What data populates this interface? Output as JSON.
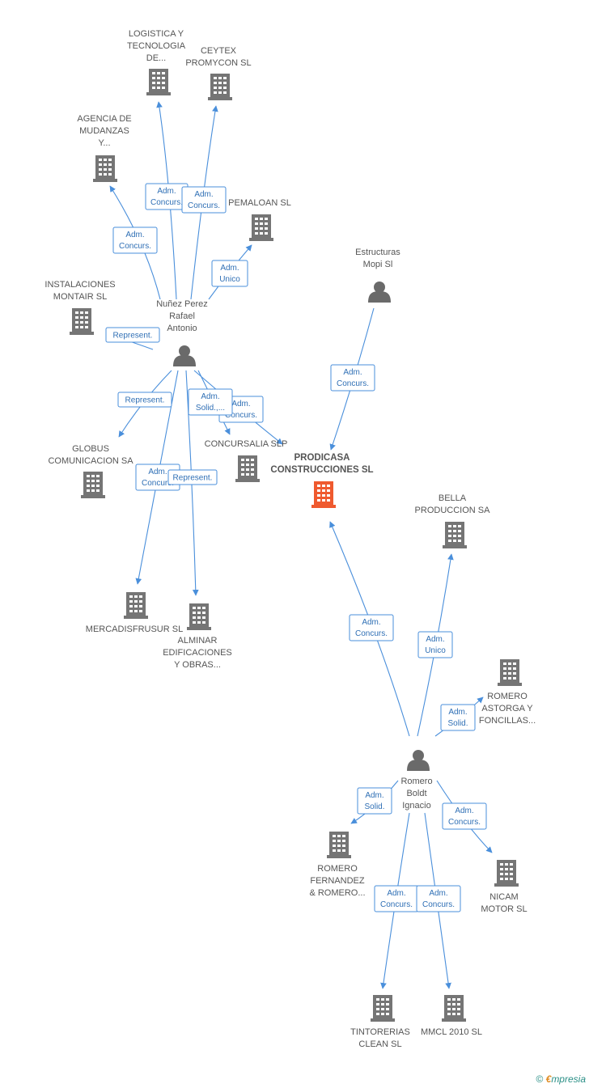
{
  "colors": {
    "edge": "#4a8fdb",
    "company": "#757575",
    "main_company": "#ef5a2f",
    "person": "#6a6a6a"
  },
  "nodes": [
    {
      "id": "logistica",
      "type": "company",
      "label": [
        "LOGISTICA Y",
        "TECNOLOGIA",
        "DE..."
      ]
    },
    {
      "id": "ceytex",
      "type": "company",
      "label": [
        "CEYTEX",
        "PROMYCON SL"
      ]
    },
    {
      "id": "agencia",
      "type": "company",
      "label": [
        "AGENCIA DE",
        "MUDANZAS",
        "Y..."
      ]
    },
    {
      "id": "pemaloan",
      "type": "company",
      "label": [
        "PEMALOAN SL"
      ]
    },
    {
      "id": "instalaciones",
      "type": "company",
      "label": [
        "INSTALACIONES",
        "MONTAIR SL"
      ]
    },
    {
      "id": "nunez",
      "type": "person",
      "label": [
        "Nuñez Perez",
        "Rafael",
        "Antonio"
      ]
    },
    {
      "id": "estructuras",
      "type": "person",
      "label": [
        "Estructuras",
        "Mopi Sl"
      ]
    },
    {
      "id": "globus",
      "type": "company",
      "label": [
        "GLOBUS",
        "COMUNICACION SA"
      ]
    },
    {
      "id": "concursalia",
      "type": "company",
      "label": [
        "CONCURSALIA SLP"
      ]
    },
    {
      "id": "prodicasa",
      "type": "main",
      "label": [
        "PRODICASA",
        "CONSTRUCCIONES SL"
      ]
    },
    {
      "id": "bella",
      "type": "company",
      "label": [
        "BELLA",
        "PRODUCCION SA"
      ]
    },
    {
      "id": "mercadisfrusur",
      "type": "company",
      "label": [
        "MERCADISFRUSUR SL"
      ]
    },
    {
      "id": "alminar",
      "type": "company",
      "label": [
        "ALMINAR",
        "EDIFICACIONES",
        "Y OBRAS..."
      ]
    },
    {
      "id": "romeroastorga",
      "type": "company",
      "label": [
        "ROMERO",
        "ASTORGA Y",
        "FONCILLAS..."
      ]
    },
    {
      "id": "romeroboldt",
      "type": "person",
      "label": [
        "Romero",
        "Boldt",
        "Ignacio"
      ]
    },
    {
      "id": "romerofernandez",
      "type": "company",
      "label": [
        "ROMERO",
        "FERNANDEZ",
        "& ROMERO..."
      ]
    },
    {
      "id": "nicam",
      "type": "company",
      "label": [
        "NICAM",
        "MOTOR SL"
      ]
    },
    {
      "id": "tintorerias",
      "type": "company",
      "label": [
        "TINTORERIAS",
        "CLEAN SL"
      ]
    },
    {
      "id": "mmcl",
      "type": "company",
      "label": [
        "MMCL 2010 SL"
      ]
    }
  ],
  "edges": [
    {
      "id": "e1",
      "label": [
        "Adm.",
        "Concurs."
      ]
    },
    {
      "id": "e2",
      "label": [
        "Adm.",
        "Concurs."
      ]
    },
    {
      "id": "e3",
      "label": [
        "Adm.",
        "Concurs."
      ]
    },
    {
      "id": "e4",
      "label": [
        "Adm.",
        "Unico"
      ]
    },
    {
      "id": "e5",
      "label": [
        "Represent."
      ]
    },
    {
      "id": "e6",
      "label": [
        "Represent."
      ]
    },
    {
      "id": "e7",
      "label": [
        "Adm.",
        "Concurs."
      ]
    },
    {
      "id": "e8",
      "label": [
        "Represent."
      ]
    },
    {
      "id": "e9",
      "label": [
        "Adm.",
        "Concurs."
      ]
    },
    {
      "id": "e10",
      "label": [
        "Adm.",
        "Solid.,..."
      ]
    },
    {
      "id": "e11",
      "label": [
        "Adm.",
        "Concurs."
      ]
    },
    {
      "id": "e12",
      "label": [
        "Adm.",
        "Concurs."
      ]
    },
    {
      "id": "e13",
      "label": [
        "Adm.",
        "Unico"
      ]
    },
    {
      "id": "e14",
      "label": [
        "Adm.",
        "Solid."
      ]
    },
    {
      "id": "e15",
      "label": [
        "Adm.",
        "Solid."
      ]
    },
    {
      "id": "e16",
      "label": [
        "Adm.",
        "Concurs."
      ]
    },
    {
      "id": "e17",
      "label": [
        "Adm.",
        "Concurs."
      ]
    },
    {
      "id": "e18",
      "label": [
        "Adm.",
        "Concurs."
      ]
    }
  ],
  "footer": {
    "copyright": "©",
    "brand_initial": "€",
    "brand_rest": "mpresia"
  }
}
